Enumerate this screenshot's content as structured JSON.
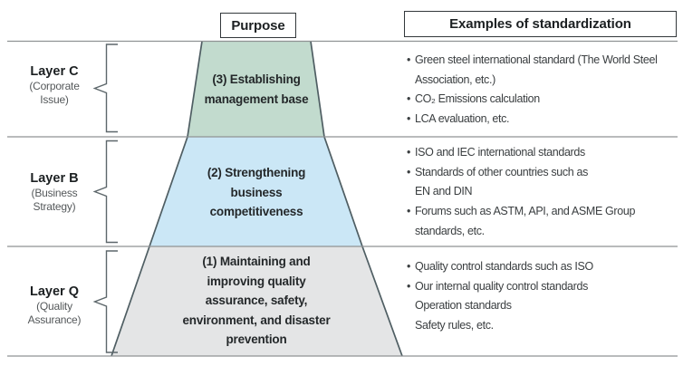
{
  "diagram": {
    "column_headers": {
      "purpose": "Purpose",
      "examples": "Examples of standardization"
    },
    "glyphs": {
      "bullet": "•"
    },
    "colors": {
      "layer-c-fill": "#c2dbce",
      "layer-b-fill": "#cbe7f6",
      "layer-q-fill": "#e4e5e6",
      "slant-border": "#4f5e63",
      "grid-line": "#8f9294",
      "box-border": "#33383b"
    },
    "layers": [
      {
        "name": "Layer C",
        "subtitle_lines": [
          "(Corporate",
          "Issue)"
        ],
        "purpose_lines": [
          "(3) Establishing",
          "management base"
        ],
        "example_lines": [
          {
            "bullet": true,
            "text": "Green steel international standard (The World Steel"
          },
          {
            "bullet": false,
            "text": "Association, etc.)"
          },
          {
            "bullet": true,
            "text": "CO₂ Emissions calculation"
          },
          {
            "bullet": true,
            "text": "LCA evaluation, etc."
          }
        ]
      },
      {
        "name": "Layer B",
        "subtitle_lines": [
          "(Business",
          "Strategy)"
        ],
        "purpose_lines": [
          "(2) Strengthening",
          "business",
          "competitiveness"
        ],
        "example_lines": [
          {
            "bullet": true,
            "text": "ISO and IEC international standards"
          },
          {
            "bullet": true,
            "text": "Standards of other countries such as"
          },
          {
            "bullet": false,
            "text": "EN and DIN"
          },
          {
            "bullet": true,
            "text": "Forums such as ASTM, API, and ASME Group"
          },
          {
            "bullet": false,
            "text": "standards, etc."
          }
        ]
      },
      {
        "name": "Layer Q",
        "subtitle_lines": [
          "(Quality",
          "Assurance)"
        ],
        "purpose_lines": [
          "(1) Maintaining and",
          "improving quality",
          "assurance, safety,",
          "environment, and disaster",
          "prevention"
        ],
        "example_lines": [
          {
            "bullet": true,
            "text": "Quality control standards such as ISO"
          },
          {
            "bullet": true,
            "text": "Our internal quality control standards"
          },
          {
            "bullet": false,
            "text": "Operation standards"
          },
          {
            "bullet": false,
            "text": "Safety rules, etc."
          }
        ]
      }
    ]
  }
}
